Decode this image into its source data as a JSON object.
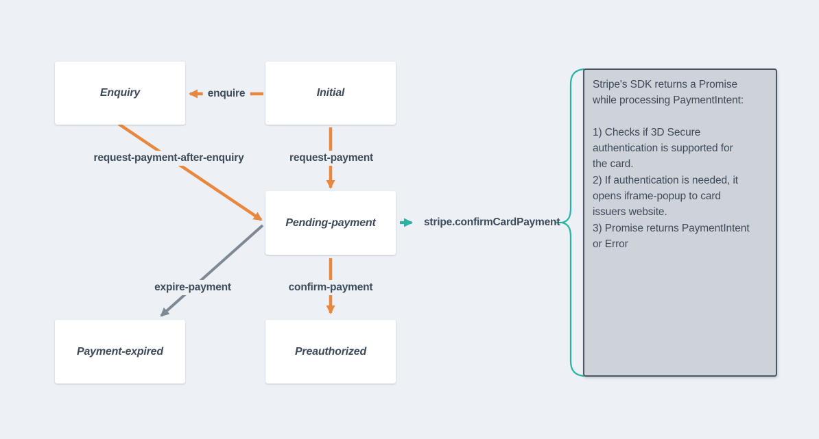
{
  "colors": {
    "bg": "#edf1f5",
    "orange": "#e8883e",
    "teal": "#29b3a3",
    "gray": "#7e8994",
    "text": "#3d4a59",
    "note_fill": "#ced3d9",
    "note_border": "#4b5765",
    "box_fill": "#ffffff"
  },
  "diagram": {
    "states": {
      "enquiry": "Enquiry",
      "initial": "Initial",
      "pending": "Pending-payment",
      "expired": "Payment-expired",
      "preauthorized": "Preauthorized"
    },
    "transitions": {
      "enquire": "enquire",
      "request_payment_after_enquiry": "request-payment-after-enquiry",
      "request_payment": "request-payment",
      "expire_payment": "expire-payment",
      "confirm_payment": "confirm-payment"
    },
    "callout": "stripe.confirmCardPayment",
    "note": "Stripe's SDK returns a Promise\nwhile processing PaymentIntent:\n\n1) Checks if 3D Secure\nauthentication is supported for\nthe card.\n2) If authentication is needed, it\nopens iframe-popup to card\nissuers website.\n3) Promise returns PaymentIntent\nor Error"
  }
}
